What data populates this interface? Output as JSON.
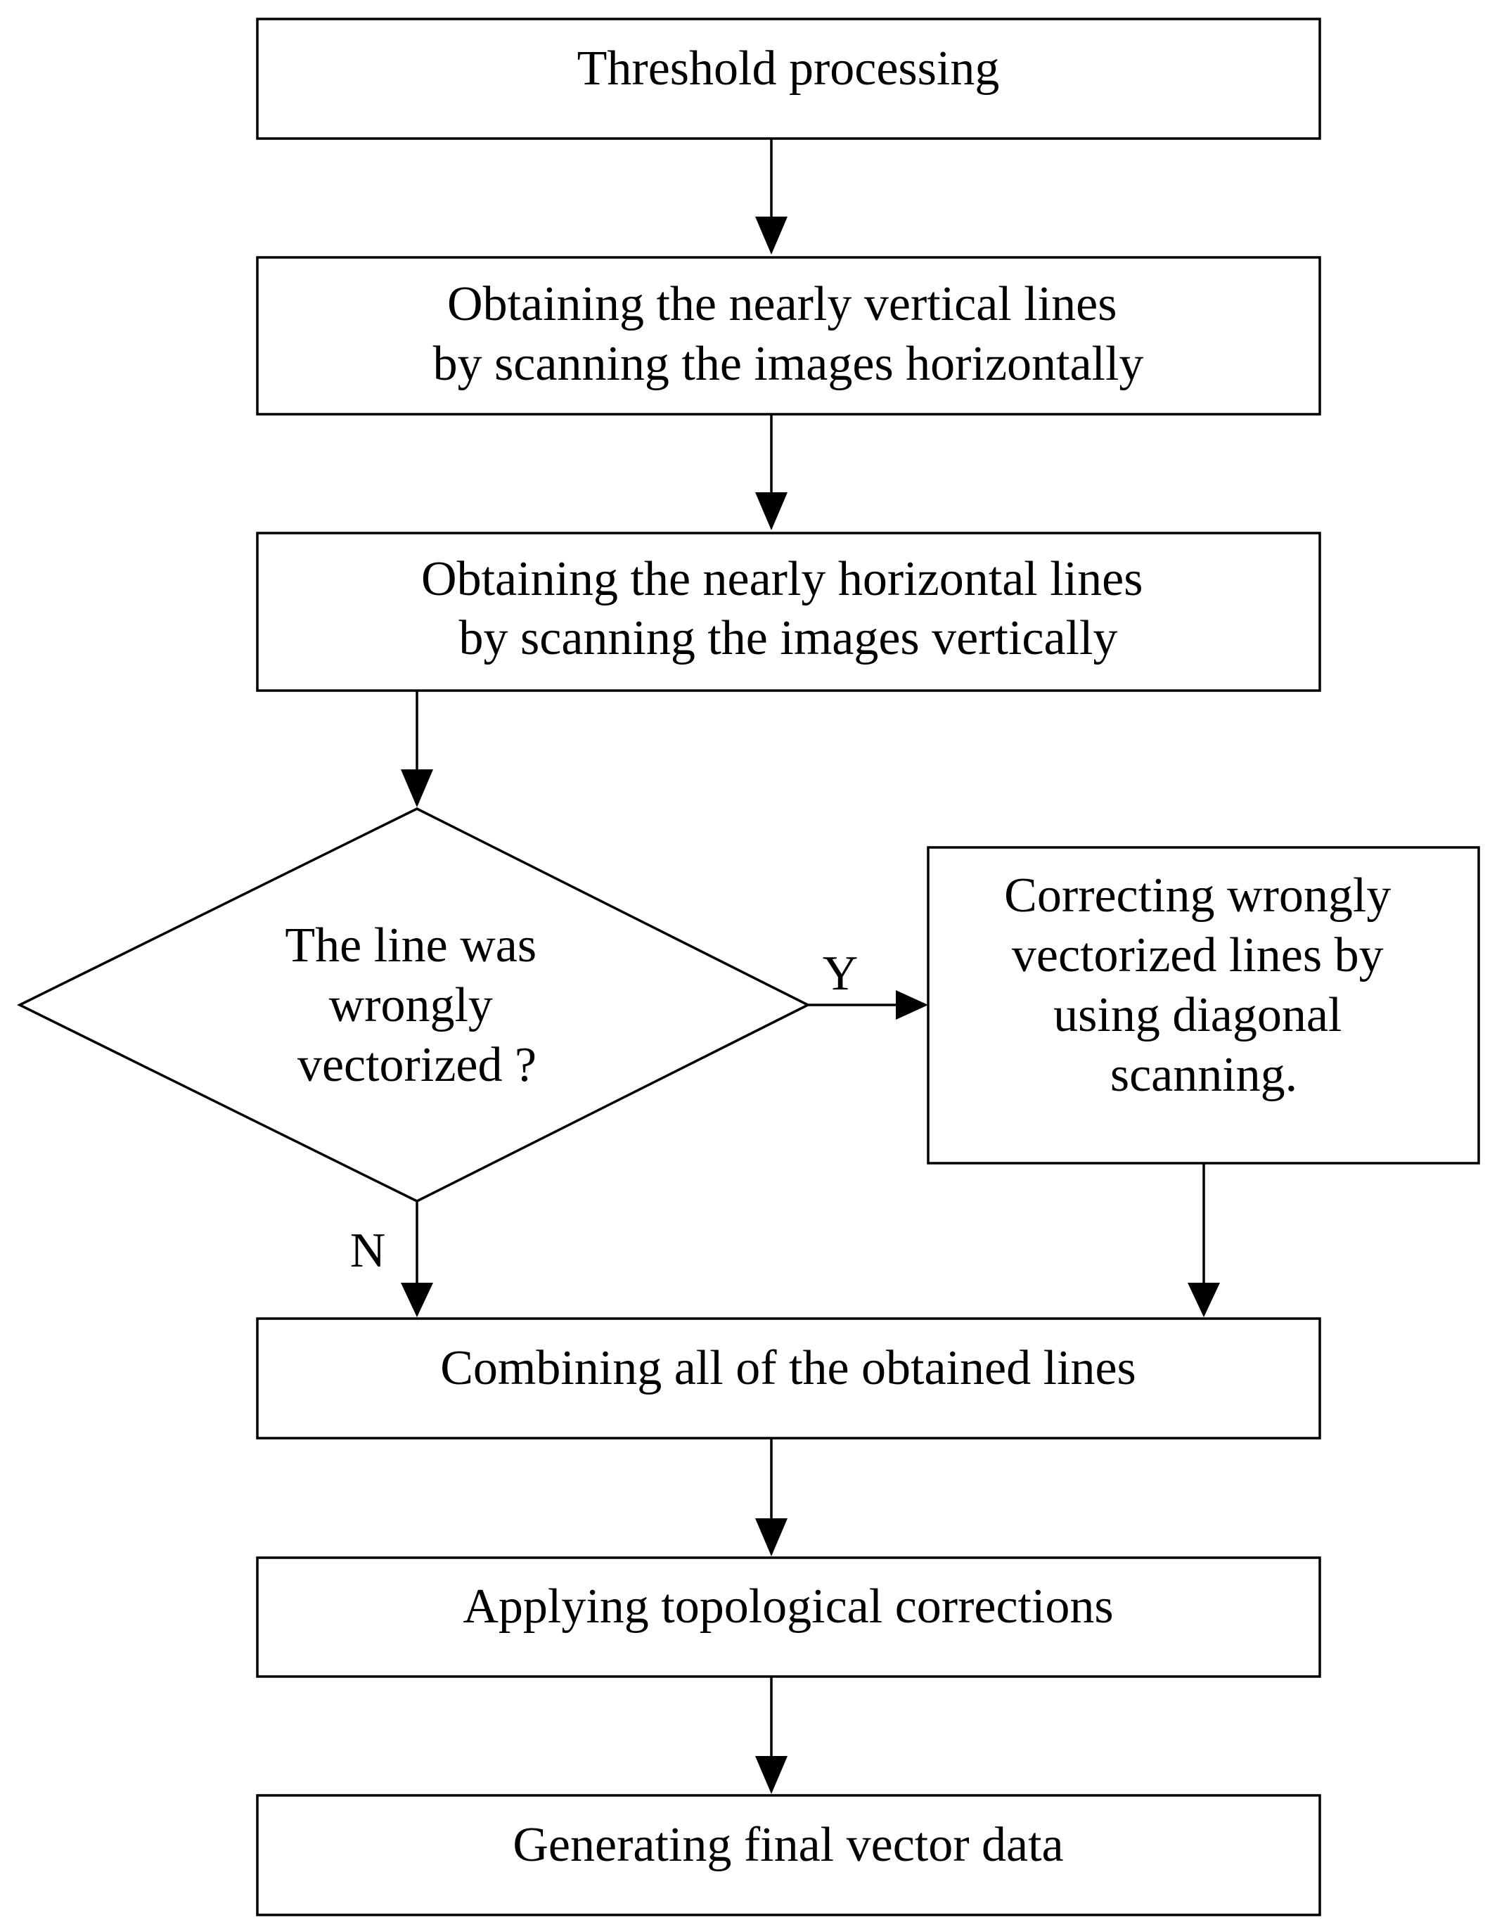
{
  "diagram": {
    "colors": {
      "stroke": "#000000",
      "fill": "#ffffff",
      "text": "#000000"
    },
    "nodes": {
      "threshold": {
        "lines": [
          "Threshold processing"
        ]
      },
      "vertical": {
        "lines": [
          "Obtaining the nearly vertical lines",
          "by scanning the images horizontally"
        ]
      },
      "horizontal": {
        "lines": [
          "Obtaining the nearly horizontal lines",
          "by scanning the images vertically"
        ]
      },
      "decision": {
        "lines": [
          "The line was",
          "wrongly",
          "vectorized ?"
        ]
      },
      "correcting": {
        "lines": [
          "Correcting wrongly",
          "vectorized lines by",
          "using diagonal",
          "scanning."
        ]
      },
      "combining": {
        "lines": [
          "Combining all of the obtained lines"
        ]
      },
      "topological": {
        "lines": [
          "Applying topological corrections"
        ]
      },
      "generating": {
        "lines": [
          "Generating final vector data"
        ]
      }
    },
    "edge_labels": {
      "yes": "Y",
      "no": "N"
    }
  }
}
